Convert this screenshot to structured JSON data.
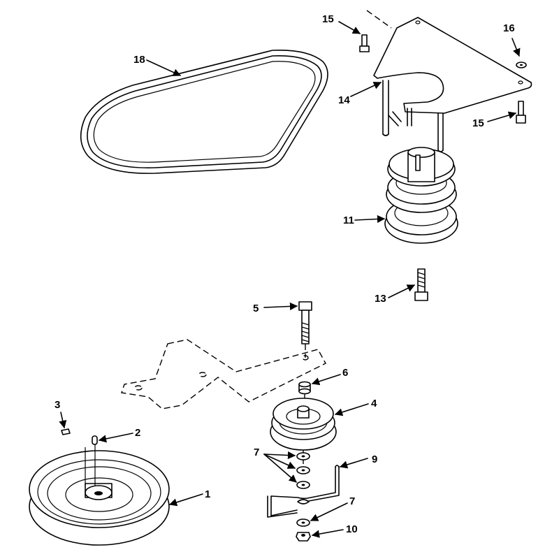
{
  "callouts": [
    "1",
    "2",
    "3",
    "4",
    "5",
    "6",
    "7",
    "7",
    "7",
    "9",
    "10",
    "11",
    "13",
    "14",
    "15",
    "15",
    "16",
    "18"
  ],
  "colors": {
    "ink": "#000000",
    "paper": "#ffffff"
  }
}
